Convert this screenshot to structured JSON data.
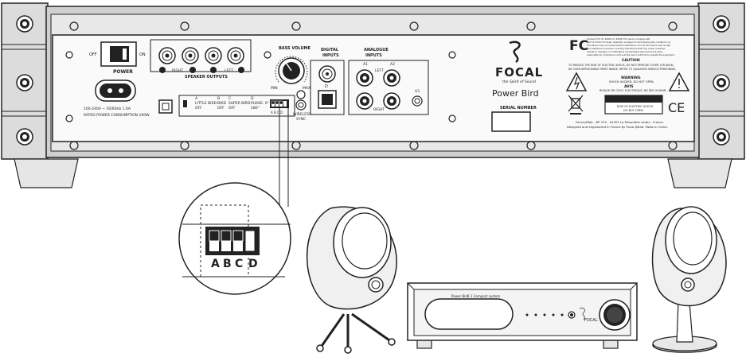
{
  "power": {
    "off": "OFF",
    "on": "ON",
    "title": "POWER",
    "voltage": "100-240V ~ 50/60Hz 1.6A",
    "consumption": "RATED POWER CONSUMPTION 100W"
  },
  "speaker_outputs": {
    "title": "SPEAKER OUTPUTS",
    "right": "RIGHT",
    "left": "LEFT",
    "plus": "+",
    "minus": "−"
  },
  "dip_settings": {
    "a_letter": "A",
    "a_line1": "LITTLE BIRD",
    "a_line2": "OFF",
    "b_letter": "B",
    "b_line1": "BIRD",
    "b_line2": "OFF",
    "c_letter": "C",
    "c_line1": "SUPER BIRD",
    "c_line2": "OFF",
    "d_letter": "D",
    "d_line1": "PHASE: 0°",
    "d_line2": "180°",
    "switch_labels": "A  B  C  D"
  },
  "bass_volume": {
    "title": "BASS VOLUME",
    "min": "MIN",
    "max": "MAX"
  },
  "wireless_sync": {
    "line1": "WIRELESS",
    "line2": "SYNC"
  },
  "digital_inputs": {
    "line1": "DIGITAL",
    "line2": "INPUTS",
    "d": "D"
  },
  "analogue_inputs": {
    "line1": "ANALOGUE",
    "line2": "INPUTS",
    "a1": "A1",
    "a2": "A2",
    "a3": "A3",
    "left": "LEFT",
    "right": "RIGHT"
  },
  "brand": {
    "logo": "FOCAL",
    "tagline": "the Spirit of Sound",
    "model": "Power Bird",
    "serial": "SERIAL NUMBER"
  },
  "compliance": {
    "fc": "FC",
    "fcc_text1": "Contains FCC ID: #### IC: #### This device complies with",
    "fcc_text2": "Part 15 of the FCC Rules. Operation is subject to the following two conditions: (1)",
    "fcc_text3": "This device may not cause harmful interference, and (2) this device must accept",
    "fcc_text4": "any interference received, including interference that may cause undesired",
    "fcc_text5": "operation. Changes or modifications not expressly approved by the party",
    "fcc_text6": "responsible for compliance could void the user's authority to operate the equipment.",
    "caution_title": "CAUTION",
    "caution_l1": "TO REDUCE THE RISK OF ELECTRIC SHOCK, DO NOT REMOVE COVER (OR BACK)",
    "caution_l2": "NO USER-SERVICEABLE PARTS INSIDE. REFER TO QUALIFIED SERVICE PERSONNEL.",
    "warning_title": "WARNING",
    "warning_l1": "SHOCK HAZARD, DO NOT OPEN.",
    "avis_title": "AVIS",
    "avis_l1": "RISQUE DE CHOC ELECTRIQUE, NE PAS OUVRIR.",
    "caution_box_title": "CAUTION",
    "caution_box_l1": "RISK OF ELECTRIC SHOCK",
    "caution_box_l2": "DO NOT OPEN",
    "ce": "CE",
    "address": "Focal-JMlab - BP 374 - 42353 La Talaudière cedex - France.",
    "designed": "Designed and engineered in France by Focal-JMlab. Made in China."
  },
  "zoom_inset": {
    "labels": [
      "A",
      "B",
      "C",
      "D"
    ]
  },
  "amplifier_front": {
    "name": "Power Bird",
    "subtitle": "2.1 Compact system"
  }
}
